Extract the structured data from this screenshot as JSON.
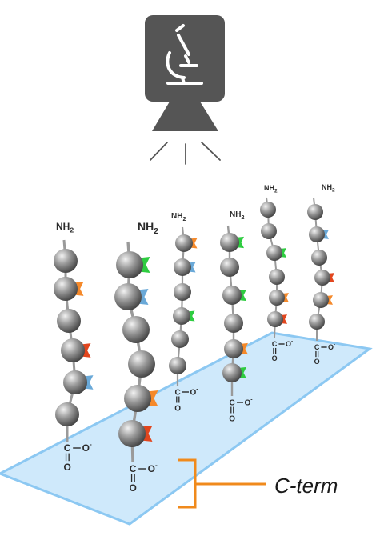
{
  "diagram": {
    "detector_icon": "microscope-camera-icon",
    "n_terminus_label": "NH",
    "n_terminus_subscript": "2",
    "c_terminus_carbon": "C",
    "c_terminus_oxygen": "O",
    "c_terminus_ion": "O",
    "c_terminus_charge": "-",
    "bracket_label": "C-term",
    "colors": {
      "surface": "#cfe9fb",
      "surface_edge": "#8cc8f2",
      "bead": "#8d8d8d",
      "bead_highlight": "#ececec",
      "stem": "#9a9a9a",
      "camera": "#555555",
      "bracket": "#f08a1c",
      "flag_green": "#2ecc40",
      "flag_orange": "#f5892a",
      "flag_red": "#e2461e",
      "flag_blue": "#6aa9d8"
    },
    "peptides": [
      {
        "id": 1,
        "flags": [
          null,
          "orange",
          null,
          "red",
          "blue",
          null
        ]
      },
      {
        "id": 2,
        "flags": [
          "green",
          "blue",
          null,
          null,
          "orange",
          "red"
        ]
      },
      {
        "id": 3,
        "flags": [
          "orange",
          "blue",
          null,
          "green",
          null,
          null
        ]
      },
      {
        "id": 4,
        "flags": [
          "green",
          null,
          "green",
          null,
          "orange",
          "green"
        ]
      },
      {
        "id": 5,
        "flags": [
          null,
          null,
          "green",
          null,
          "orange",
          "red"
        ]
      },
      {
        "id": 6,
        "flags": [
          null,
          "blue",
          null,
          "red",
          "orange",
          null
        ]
      }
    ]
  }
}
